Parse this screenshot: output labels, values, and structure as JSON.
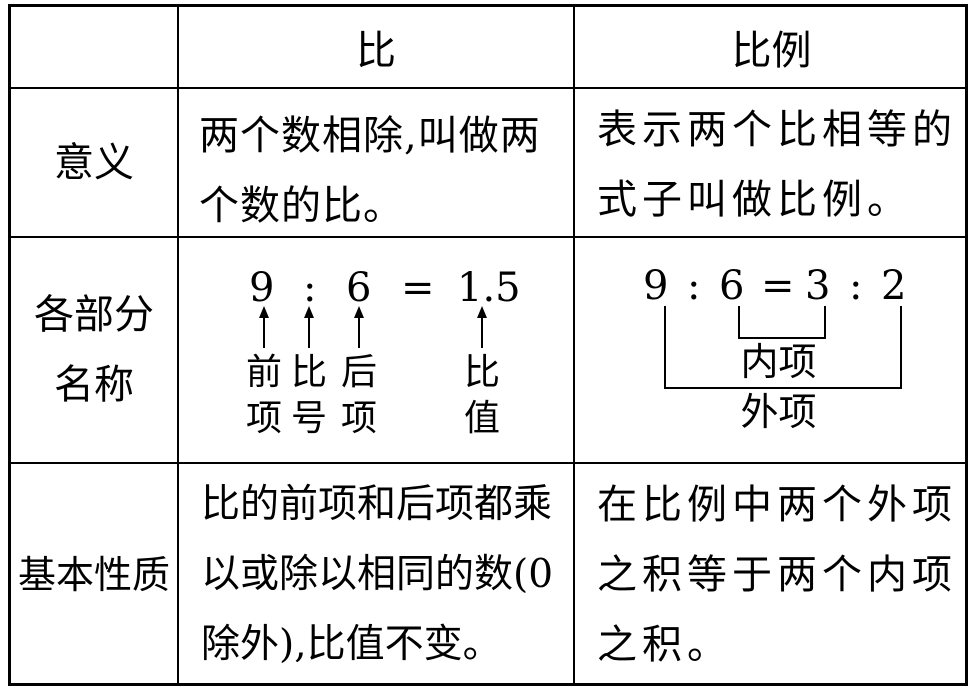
{
  "header": {
    "ratio": "比",
    "proportion": "比例"
  },
  "rows": [
    {
      "label": "意义",
      "ratio": "两个数相除,叫做两个数的比。",
      "proportion": "表示两个比相等的式子叫做比例。"
    },
    {
      "label_line1": "各部分",
      "label_line2": "名称"
    },
    {
      "label": "基本性质",
      "ratio": "比的前项和后项都乘以或除以相同的数(0除外),比值不变。",
      "proportion": "在比例中两个外项之积等于两个内项之积。"
    }
  ],
  "ratio_diagram": {
    "expression": [
      "9",
      ":",
      "6",
      "=",
      "1.5"
    ],
    "terms": [
      {
        "line1": "前",
        "line2": "项"
      },
      {
        "line1": "比",
        "line2": "号"
      },
      {
        "line1": "后",
        "line2": "项"
      },
      {
        "line1": "比",
        "line2": "值"
      }
    ]
  },
  "proportion_diagram": {
    "expression": [
      "9",
      ":",
      "6",
      "=",
      "3",
      ":",
      "2"
    ],
    "inner_label": "内项",
    "outer_label": "外项"
  }
}
